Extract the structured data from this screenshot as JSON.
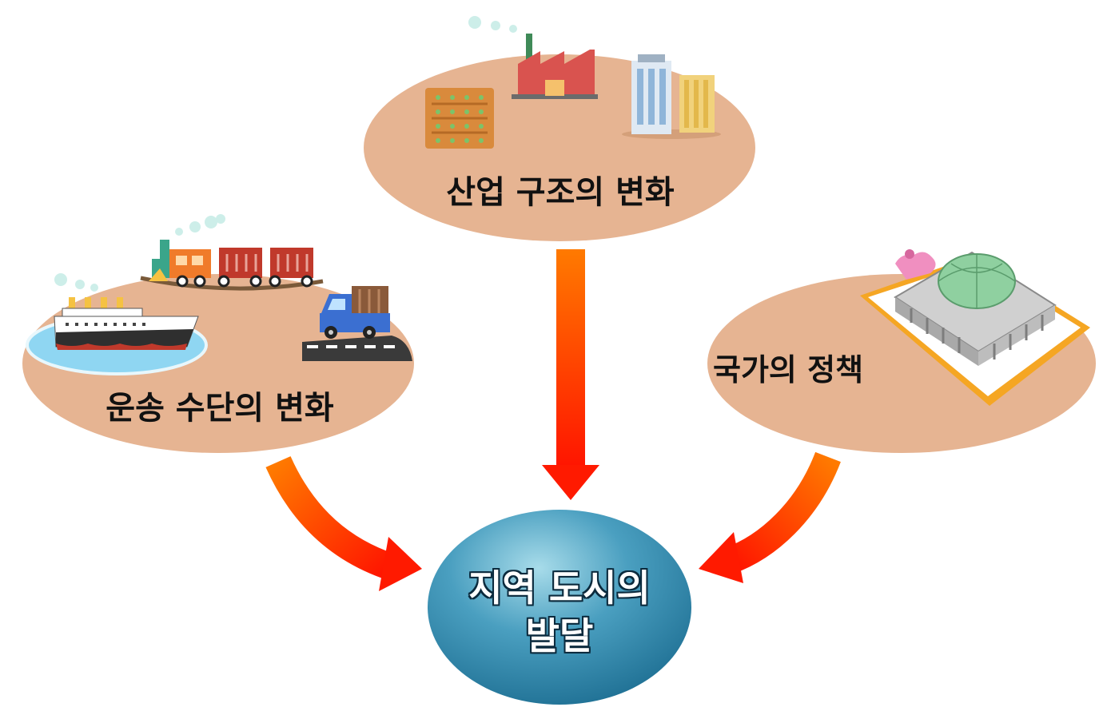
{
  "diagram": {
    "center": {
      "line1": "지역 도시의",
      "line2": "발달"
    },
    "factors": [
      {
        "id": "industry",
        "label": "산업 구조의 변화",
        "icons": [
          "farm-field-icon",
          "factory-icon",
          "office-building-icon"
        ]
      },
      {
        "id": "transport",
        "label": "운송 수단의 변화",
        "icons": [
          "train-icon",
          "ship-icon",
          "truck-icon"
        ]
      },
      {
        "id": "policy",
        "label": "국가의 정책",
        "icons": [
          "national-assembly-building-icon",
          "clipboard-icon"
        ]
      }
    ],
    "colors": {
      "factor_bg": "#e6b492",
      "center_bg": "#2f86a8",
      "arrow_start": "#ff7a00",
      "arrow_end": "#ff1500"
    }
  }
}
